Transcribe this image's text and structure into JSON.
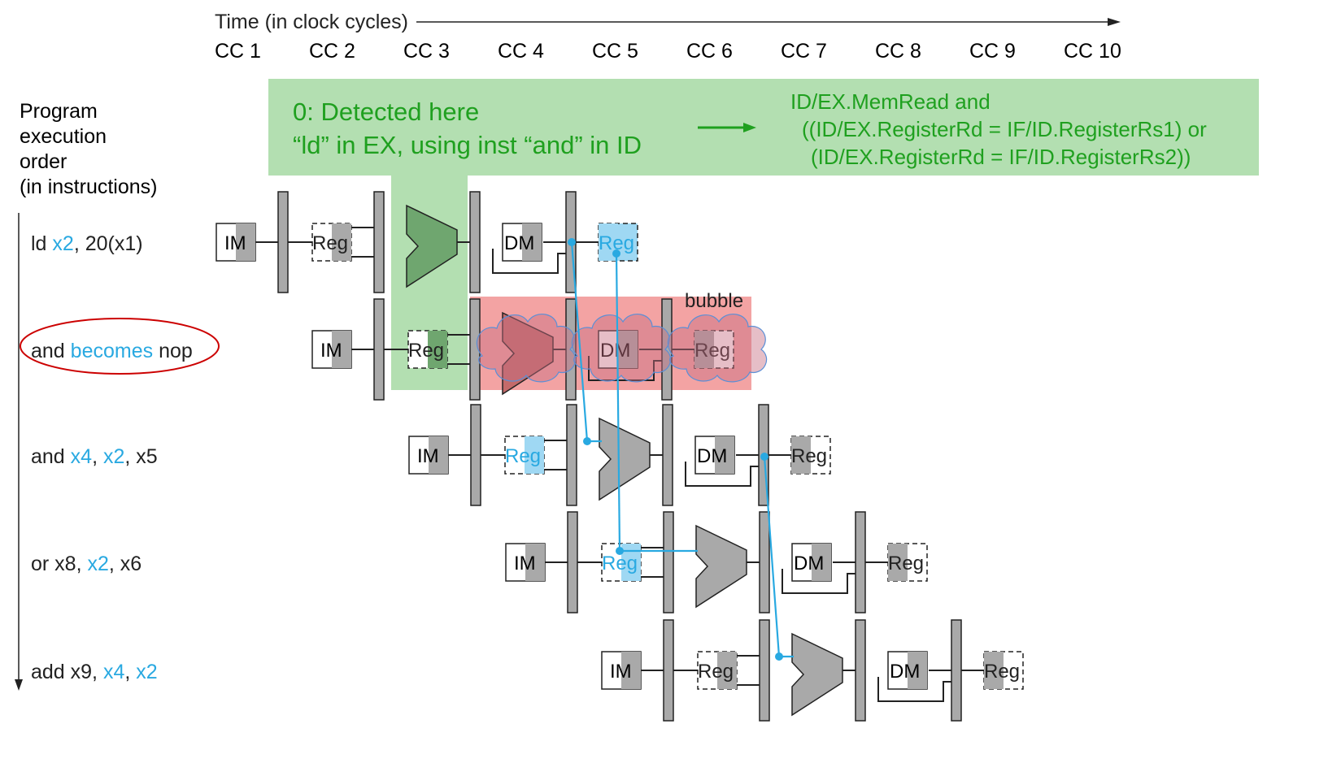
{
  "time_axis": {
    "label": "Time (in clock cycles)",
    "cycles": [
      "CC 1",
      "CC 2",
      "CC 3",
      "CC 4",
      "CC 5",
      "CC 6",
      "CC 7",
      "CC 8",
      "CC 9",
      "CC 10"
    ]
  },
  "program_order_label": [
    "Program",
    "execution",
    "order",
    "(in instructions)"
  ],
  "stage_labels": {
    "im": "IM",
    "reg": "Reg",
    "dm": "DM"
  },
  "instructions": [
    {
      "parts": [
        {
          "text": "ld ",
          "hl": false
        },
        {
          "text": "x2",
          "hl": true
        },
        {
          "text": ", 20(x1)",
          "hl": false
        }
      ]
    },
    {
      "parts": [
        {
          "text": "and ",
          "hl": false
        },
        {
          "text": "becomes",
          "hl": true
        },
        {
          "text": " nop",
          "hl": false
        }
      ]
    },
    {
      "parts": [
        {
          "text": "and ",
          "hl": false
        },
        {
          "text": "x4",
          "hl": true
        },
        {
          "text": ", ",
          "hl": false
        },
        {
          "text": "x2",
          "hl": true
        },
        {
          "text": ", x5",
          "hl": false
        }
      ]
    },
    {
      "parts": [
        {
          "text": "or x8, ",
          "hl": false
        },
        {
          "text": "x2",
          "hl": true
        },
        {
          "text": ", x6",
          "hl": false
        }
      ]
    },
    {
      "parts": [
        {
          "text": "add x9, ",
          "hl": false
        },
        {
          "text": "x4",
          "hl": true
        },
        {
          "text": ", ",
          "hl": false
        },
        {
          "text": "x2",
          "hl": true
        }
      ]
    }
  ],
  "detect_box": {
    "line1": "0: Detected here",
    "line2": "“ld” in EX, using inst “and” in ID"
  },
  "condition": {
    "line1": "ID/EX.MemRead and",
    "line2": "((ID/EX.RegisterRd = IF/ID.RegisterRs1) or",
    "line3": "(ID/EX.RegisterRd = IF/ID.RegisterRs2))"
  },
  "bubble_label": "bubble",
  "colors": {
    "highlight_text": "#29a9e1",
    "green_box": "#b3dfb1",
    "green_text": "#1fa01f",
    "red_box": "#f3a3a3",
    "forward_line": "#29a9e1",
    "pipeline_gray": "#a9a9a9",
    "oval": "#cc0000"
  }
}
